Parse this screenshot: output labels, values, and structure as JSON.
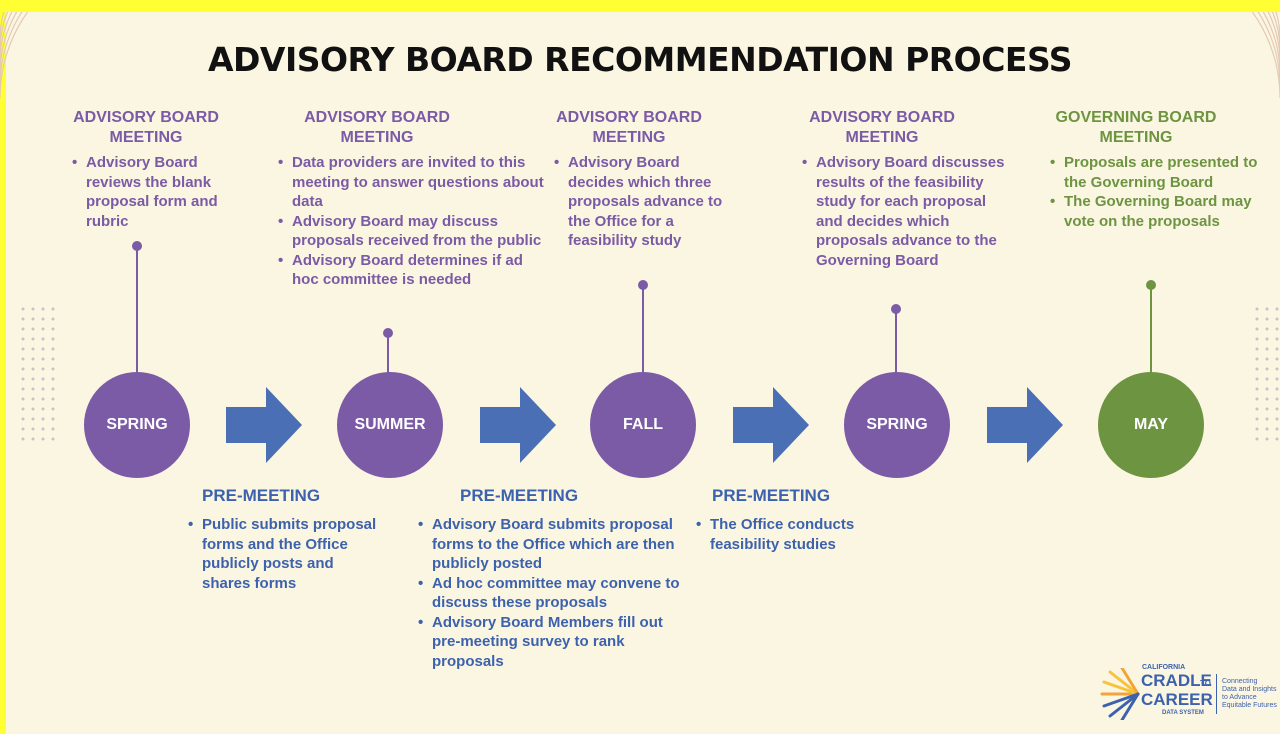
{
  "title": "ADVISORY BOARD RECOMMENDATION PROCESS",
  "colors": {
    "purple": "#7b5aa6",
    "green": "#6d9441",
    "blue": "#3d62ad",
    "background": "#fbf6e2"
  },
  "stages": [
    {
      "heading": "ADVISORY BOARD MEETING",
      "season": "SPRING",
      "bullets": [
        "Advisory Board reviews the blank proposal form and rubric"
      ]
    },
    {
      "heading": "ADVISORY BOARD MEETING",
      "season": "SUMMER",
      "bullets": [
        "Data providers are invited to this meeting to answer questions about data",
        "Advisory Board may discuss proposals received from the public",
        "Advisory Board determines if ad hoc committee is needed"
      ]
    },
    {
      "heading": "ADVISORY BOARD MEETING",
      "season": "FALL",
      "bullets": [
        "Advisory Board decides which three proposals advance to the Office for a feasibility study"
      ]
    },
    {
      "heading": "ADVISORY BOARD MEETING",
      "season": "SPRING",
      "bullets": [
        "Advisory Board discusses results of the feasibility study for each proposal and decides which proposals advance to the Governing Board"
      ]
    },
    {
      "heading": "GOVERNING BOARD MEETING",
      "season": "MAY",
      "bullets": [
        "Proposals are presented to the Governing Board",
        "The Governing Board may vote on the proposals"
      ]
    }
  ],
  "pre_meetings": [
    {
      "heading": "PRE-MEETING",
      "bullets": [
        "Public submits proposal forms and the Office publicly posts and shares forms"
      ]
    },
    {
      "heading": "PRE-MEETING",
      "bullets": [
        "Advisory Board submits proposal forms to the Office which are then publicly posted",
        "Ad hoc committee may convene to discuss these proposals",
        "Advisory Board Members fill out pre-meeting survey to rank proposals"
      ]
    },
    {
      "heading": "PRE-MEETING",
      "bullets": [
        "The Office conducts feasibility studies"
      ]
    }
  ],
  "logo": {
    "line1": "CALIFORNIA",
    "line2": "CRADLE",
    "line3": "TO",
    "line4": "CAREER",
    "line5": "DATA SYSTEM",
    "tagline": [
      "Connecting",
      "Data and Insights",
      "to Advance",
      "Equitable Futures"
    ]
  }
}
